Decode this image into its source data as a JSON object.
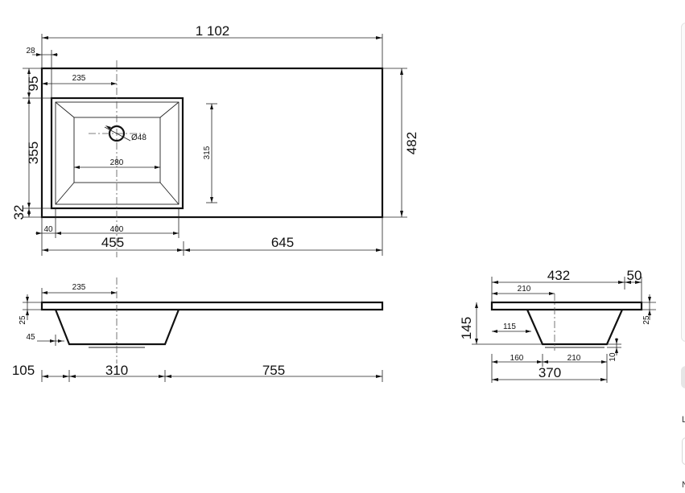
{
  "dimensions": {
    "overall_length": "1 102",
    "edge_offset": "28",
    "bowl_top_offset": "95",
    "drain_offset_top": "235",
    "bowl_depth_plan": "355",
    "bowl_bottom_offset": "32",
    "drain_diameter": "Ø48",
    "inner_width": "280",
    "inner_depth": "315",
    "overall_depth": "482",
    "left_offset": "40",
    "bowl_inner_length": "400",
    "bowl_zone_length": "455",
    "shelf_length": "645",
    "front_drain_offset": "235",
    "slab_thickness_front": "25",
    "bowl_wall_offset": "45",
    "front_left_offset": "105",
    "front_bowl_width": "310",
    "front_shelf_length": "755",
    "side_width": "432",
    "side_rear_offset": "50",
    "side_drain_offset": "210",
    "side_height": "145",
    "side_inner_offset": "115",
    "slab_thickness_side": "25",
    "side_bottom_left": "160",
    "side_bottom_width": "210",
    "bottom_thickness": "10",
    "side_overall_depth": "370"
  },
  "side_panel": {
    "label_1": "L",
    "label_2": "N"
  }
}
